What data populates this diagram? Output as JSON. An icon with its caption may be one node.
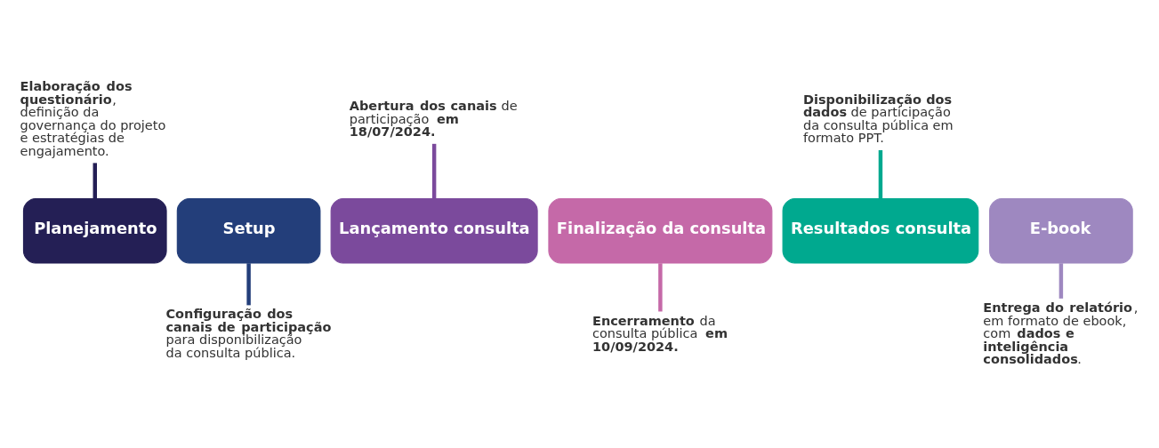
{
  "diagram": {
    "nodes": [
      {
        "text": [
          "Planejamento"
        ]
      },
      {
        "text": [
          "Setup"
        ]
      },
      {
        "text": [
          "Lançamento consulta"
        ]
      },
      {
        "text": [
          "Finalização da consulta"
        ]
      },
      {
        "text": [
          "Resultados consulta"
        ]
      },
      {
        "text": [
          "E-book"
        ]
      },
      {
        "text": [
          "**Elaboração dos questionário**, definição da governança do projeto e estratégias de engajamento."
        ]
      },
      {
        "text": [
          "**Configuração dos canais de participação** para disponibilização da consulta pública."
        ]
      },
      {
        "text": [
          "**Abertura dos canais** de participação **em 18/07/2024.**"
        ]
      },
      {
        "text": [
          "**Encerramento** da consulta pública **em 10/09/2024.**"
        ]
      },
      {
        "text": [
          "**Disponibilização dos dados** de participação da consulta pública em formato PPT."
        ]
      },
      {
        "text": [
          "**Entrega do relatório**, em formato de ebook, com **dados e inteligência consolidados**."
        ]
      }
    ],
    "edges": [
      {
        "from": 0,
        "to": 6,
        "arrow": "none",
        "color": "#241f55"
      },
      {
        "from": 1,
        "to": 7,
        "arrow": "none",
        "color": "#233e7a"
      },
      {
        "from": 2,
        "to": 8,
        "arrow": "none",
        "color": "#7b4a9c"
      },
      {
        "from": 3,
        "to": 9,
        "arrow": "none",
        "color": "#c569a8"
      },
      {
        "from": 4,
        "to": 10,
        "arrow": "none",
        "color": "#00a98f"
      },
      {
        "from": 5,
        "to": 11,
        "arrow": "none",
        "color": "#9e88c0"
      }
    ]
  }
}
